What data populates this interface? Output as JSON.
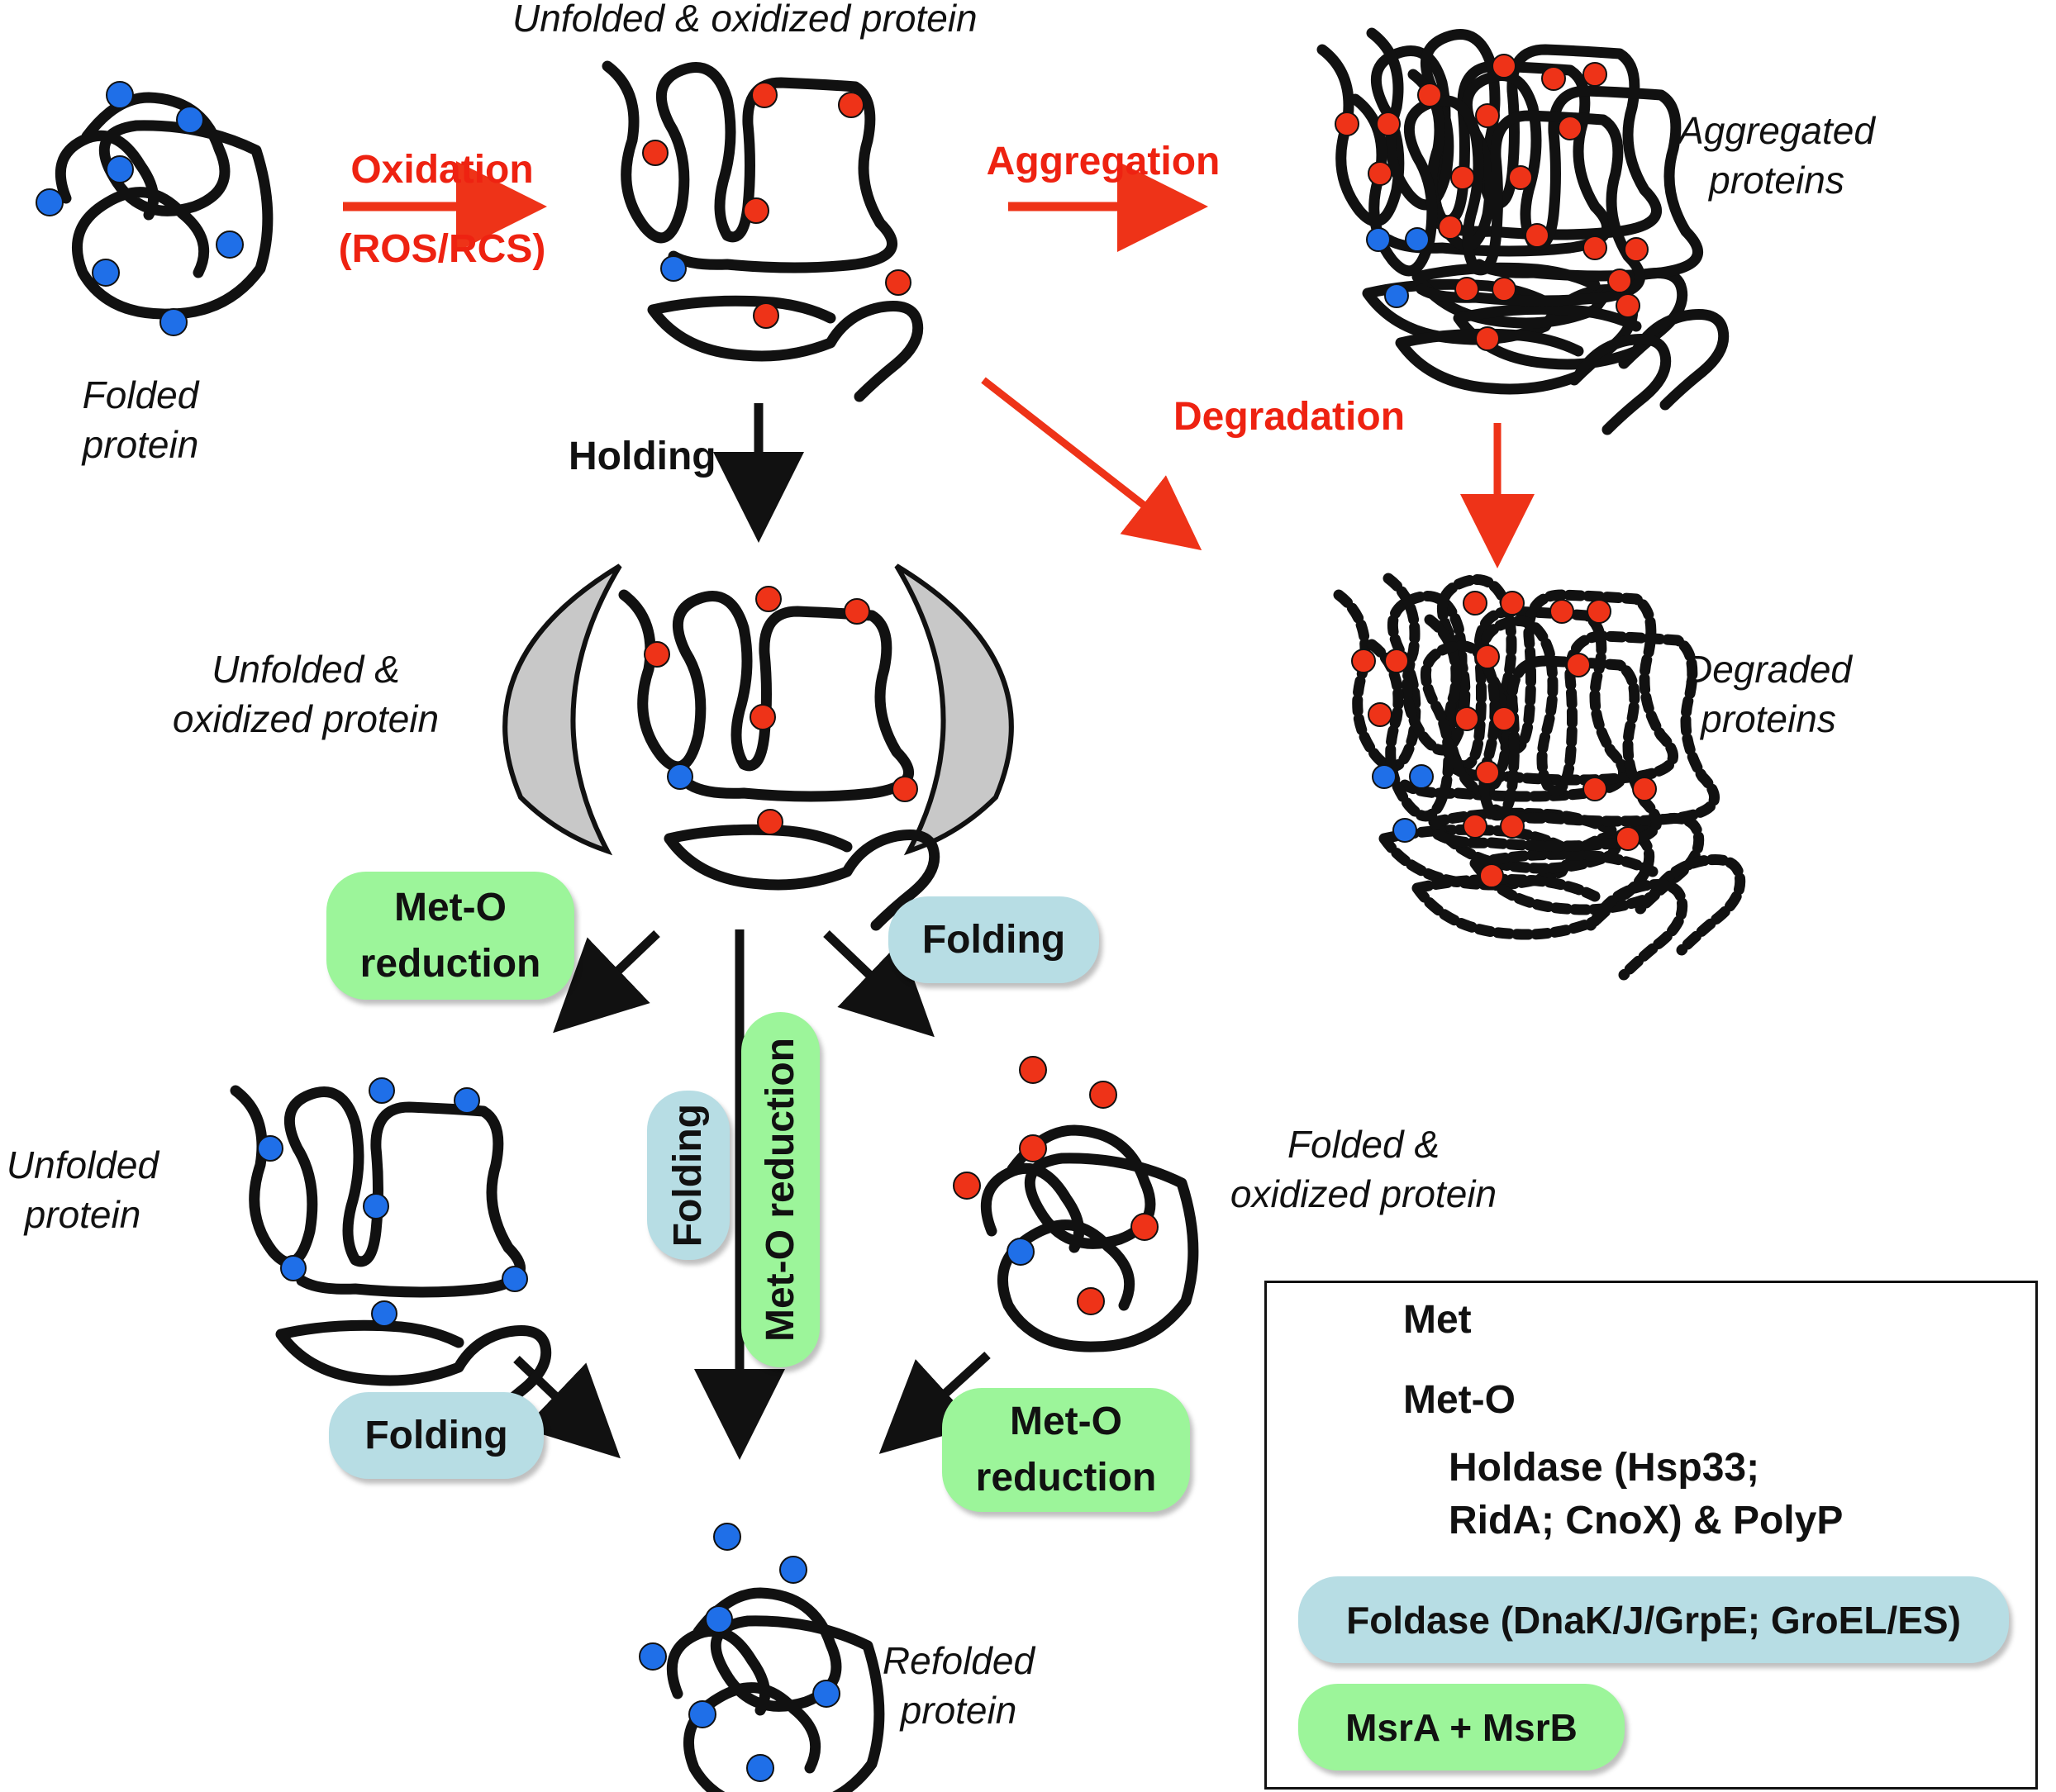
{
  "colors": {
    "met": "#1f6fe8",
    "met_o": "#ee3318",
    "arrow_red": "#ee3318",
    "arrow_black": "#111111",
    "foldase_bg": "#b7dde4",
    "msr_bg": "#9cf59a",
    "holdase_fill": "#c8c8c8"
  },
  "labels": {
    "top_title": "Unfolded & oxidized protein",
    "folded_protein": [
      "Folded",
      "protein"
    ],
    "aggregated": [
      "Aggregated",
      "proteins"
    ],
    "degraded": [
      "Degraded",
      "proteins"
    ],
    "held_protein": [
      "Unfolded &",
      "oxidized protein"
    ],
    "unfolded_protein": [
      "Unfolded",
      "protein"
    ],
    "folded_oxidized": [
      "Folded &",
      "oxidized protein"
    ],
    "refolded": [
      "Refolded",
      "protein"
    ]
  },
  "arrows": {
    "oxidation": [
      "Oxidation",
      "(ROS/RCS)"
    ],
    "aggregation": "Aggregation",
    "degradation": "Degradation",
    "holding": "Holding"
  },
  "pills": {
    "met_o_reduction_left": [
      "Met-O",
      "reduction"
    ],
    "folding_right": "Folding",
    "folding_vertical": "Folding",
    "met_o_reduction_vertical": "Met-O reduction",
    "folding_bottom_left": "Folding",
    "met_o_reduction_bottom_right": [
      "Met-O",
      "reduction"
    ]
  },
  "legend": {
    "met": "Met",
    "met_o": "Met-O",
    "holdase": [
      "Holdase (Hsp33;",
      "RidA; CnoX) & PolyP"
    ],
    "foldase": "Foldase (DnaK/J/GrpE; GroEL/ES)",
    "msr": "MsrA + MsrB"
  }
}
